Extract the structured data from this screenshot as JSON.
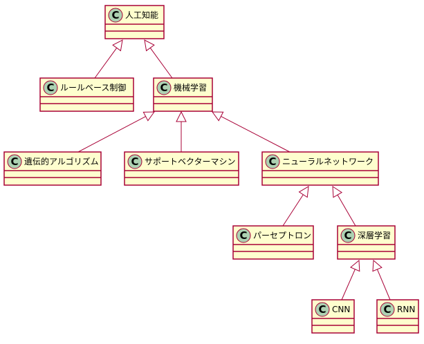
{
  "diagram": {
    "classes": [
      {
        "id": "ai",
        "label": "人工知能",
        "stereotype": "C"
      },
      {
        "id": "rule",
        "label": "ルールベース制御",
        "stereotype": "C"
      },
      {
        "id": "ml",
        "label": "機械学習",
        "stereotype": "C"
      },
      {
        "id": "ga",
        "label": "遺伝的アルゴリズム",
        "stereotype": "C"
      },
      {
        "id": "svm",
        "label": "サポートベクターマシン",
        "stereotype": "C"
      },
      {
        "id": "nn",
        "label": "ニューラルネットワーク",
        "stereotype": "C"
      },
      {
        "id": "perceptron",
        "label": "パーセプトロン",
        "stereotype": "C"
      },
      {
        "id": "dl",
        "label": "深層学習",
        "stereotype": "C"
      },
      {
        "id": "cnn",
        "label": "CNN",
        "stereotype": "C"
      },
      {
        "id": "rnn",
        "label": "RNN",
        "stereotype": "C"
      }
    ],
    "inheritance": [
      {
        "child": "rule",
        "parent": "ai"
      },
      {
        "child": "ml",
        "parent": "ai"
      },
      {
        "child": "ga",
        "parent": "ml"
      },
      {
        "child": "svm",
        "parent": "ml"
      },
      {
        "child": "nn",
        "parent": "ml"
      },
      {
        "child": "perceptron",
        "parent": "nn"
      },
      {
        "child": "dl",
        "parent": "nn"
      },
      {
        "child": "cnn",
        "parent": "dl"
      },
      {
        "child": "rnn",
        "parent": "dl"
      }
    ],
    "colors": {
      "box_fill": "#FEFECE",
      "border": "#A80036",
      "stereotype_circle": "#ADD1B2"
    }
  }
}
